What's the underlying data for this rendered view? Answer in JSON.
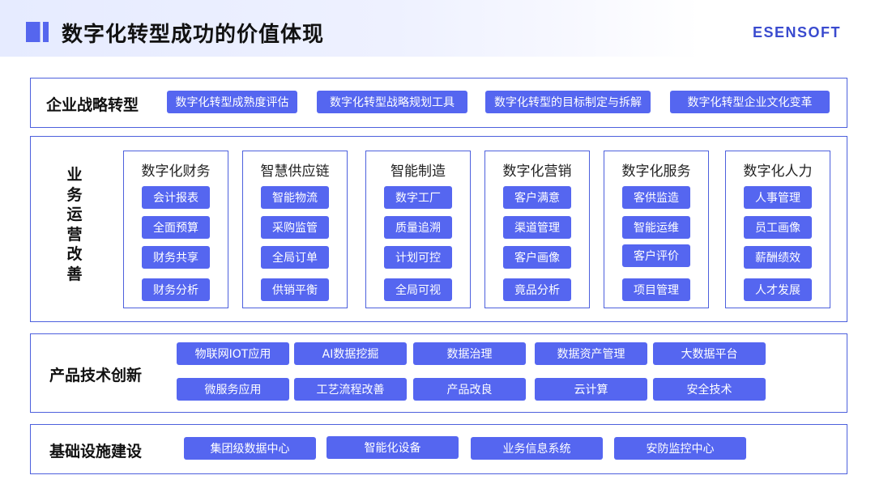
{
  "header": {
    "title": "数字化转型成功的价值体现",
    "logo": "ESENSOFT"
  },
  "strategy": {
    "label": "企业战略转型",
    "items": [
      "数字化转型成熟度评估",
      "数字化转型战略规划工具",
      "数字化转型的目标制定与拆解",
      "数字化转型企业文化变革"
    ]
  },
  "operations": {
    "label_chars": [
      "业",
      "务",
      "运",
      "营",
      "改",
      "善"
    ],
    "columns": [
      {
        "title": "数字化财务",
        "items": [
          "会计报表",
          "全面预算",
          "财务共享",
          "财务分析"
        ]
      },
      {
        "title": "智慧供应链",
        "items": [
          "智能物流",
          "采购监管",
          "全局订单",
          "供销平衡"
        ]
      },
      {
        "title": "智能制造",
        "items": [
          "数字工厂",
          "质量追溯",
          "计划可控",
          "全局可视"
        ]
      },
      {
        "title": "数字化营销",
        "items": [
          "客户满意",
          "渠道管理",
          "客户画像",
          "竟品分析"
        ]
      },
      {
        "title": "数字化服务",
        "items": [
          "客供监造",
          "智能运维",
          "客户评价",
          "项目管理"
        ]
      },
      {
        "title": "数字化人力",
        "items": [
          "人事管理",
          "员工画像",
          "薪酬绩效",
          "人才发展"
        ]
      }
    ]
  },
  "product": {
    "label": "产品技术创新",
    "row1": [
      "物联网IOT应用",
      "AI数据挖掘",
      "数据治理",
      "数据资产管理",
      "大数据平台"
    ],
    "row2": [
      "微服务应用",
      "工艺流程改善",
      "产品改良",
      "云计算",
      "安全技术"
    ]
  },
  "infrastructure": {
    "label": "基础设施建设",
    "items": [
      "集团级数据中心",
      "智能化设备",
      "业务信息系统",
      "安防监控中心"
    ]
  },
  "colors": {
    "accent": "#5566f0",
    "frame": "#4d60dd",
    "logo": "#3a4bcf"
  }
}
